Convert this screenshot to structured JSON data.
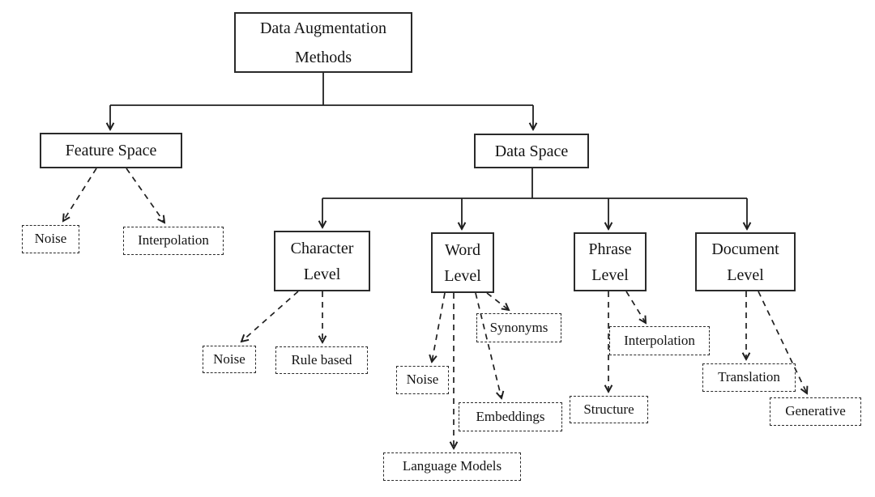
{
  "figure": {
    "type": "tree-diagram",
    "background": "#ffffff",
    "line_color": "#1f1f1f"
  },
  "nodes": {
    "root": {
      "label": "Data Augmentation Methods",
      "style": "solid"
    },
    "feature_space": {
      "label": "Feature Space",
      "style": "solid"
    },
    "data_space": {
      "label": "Data Space",
      "style": "solid"
    },
    "character_level": {
      "label": "Character Level",
      "style": "solid"
    },
    "word_level": {
      "label": "Word Level",
      "style": "solid"
    },
    "phrase_level": {
      "label": "Phrase Level",
      "style": "solid"
    },
    "document_level": {
      "label": "Document Level",
      "style": "solid"
    },
    "fs_noise": {
      "label": "Noise",
      "style": "dashed"
    },
    "fs_interpolation": {
      "label": "Interpolation",
      "style": "dashed"
    },
    "cl_noise": {
      "label": "Noise",
      "style": "dashed"
    },
    "cl_rule_based": {
      "label": "Rule based",
      "style": "dashed"
    },
    "wl_synonyms": {
      "label": "Synonyms",
      "style": "dashed"
    },
    "wl_noise": {
      "label": "Noise",
      "style": "dashed"
    },
    "wl_embeddings": {
      "label": "Embeddings",
      "style": "dashed"
    },
    "wl_language_models": {
      "label": "Language Models",
      "style": "dashed"
    },
    "pl_interpolation": {
      "label": "Interpolation",
      "style": "dashed"
    },
    "pl_structure": {
      "label": "Structure",
      "style": "dashed"
    },
    "dl_translation": {
      "label": "Translation",
      "style": "dashed"
    },
    "dl_generative": {
      "label": "Generative",
      "style": "dashed"
    }
  },
  "edges": [
    {
      "from": "root",
      "to": "feature_space",
      "style": "solid"
    },
    {
      "from": "root",
      "to": "data_space",
      "style": "solid"
    },
    {
      "from": "data_space",
      "to": "character_level",
      "style": "solid"
    },
    {
      "from": "data_space",
      "to": "word_level",
      "style": "solid"
    },
    {
      "from": "data_space",
      "to": "phrase_level",
      "style": "solid"
    },
    {
      "from": "data_space",
      "to": "document_level",
      "style": "solid"
    },
    {
      "from": "feature_space",
      "to": "fs_noise",
      "style": "dashed"
    },
    {
      "from": "feature_space",
      "to": "fs_interpolation",
      "style": "dashed"
    },
    {
      "from": "character_level",
      "to": "cl_noise",
      "style": "dashed"
    },
    {
      "from": "character_level",
      "to": "cl_rule_based",
      "style": "dashed"
    },
    {
      "from": "word_level",
      "to": "wl_synonyms",
      "style": "dashed"
    },
    {
      "from": "word_level",
      "to": "wl_noise",
      "style": "dashed"
    },
    {
      "from": "word_level",
      "to": "wl_embeddings",
      "style": "dashed"
    },
    {
      "from": "word_level",
      "to": "wl_language_models",
      "style": "dashed"
    },
    {
      "from": "phrase_level",
      "to": "pl_interpolation",
      "style": "dashed"
    },
    {
      "from": "phrase_level",
      "to": "pl_structure",
      "style": "dashed"
    },
    {
      "from": "document_level",
      "to": "dl_translation",
      "style": "dashed"
    },
    {
      "from": "document_level",
      "to": "dl_generative",
      "style": "dashed"
    }
  ]
}
